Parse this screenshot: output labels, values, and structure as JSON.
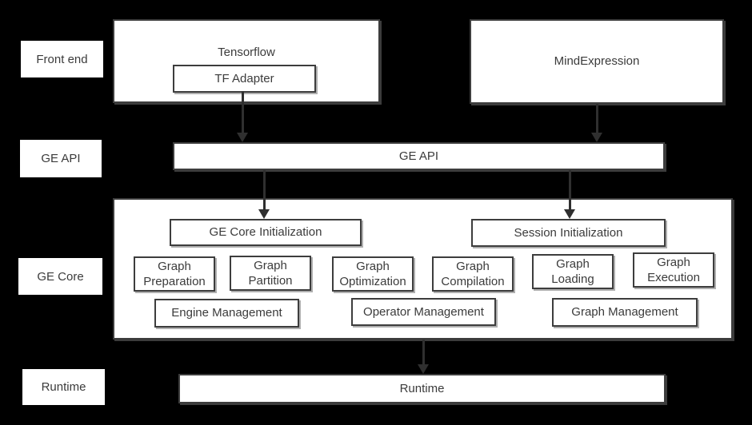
{
  "colors": {
    "background": "#000000",
    "box_fill": "#ffffff",
    "border": "#3d3d3d",
    "text": "#3b3b3b",
    "arrow": "#2f2f2f"
  },
  "row_labels": {
    "front_end": "Front end",
    "ge_api": "GE API",
    "ge_core": "GE Core",
    "runtime": "Runtime"
  },
  "front_end_row": {
    "tensorflow": "Tensorflow",
    "tf_adapter": "TF Adapter",
    "mind_expression": "MindExpression"
  },
  "ge_api_row": {
    "ge_api_bar": "GE API"
  },
  "ge_core_box": {
    "ge_core_initialization": "GE Core Initialization",
    "session_initialization": "Session Initialization",
    "graph_preparation": "Graph Preparation",
    "graph_partition": "Graph Partition",
    "graph_optimization": "Graph Optimization",
    "graph_compilation": "Graph Compilation",
    "graph_loading": "Graph Loading",
    "graph_execution": "Graph Execution",
    "engine_management": "Engine Management",
    "operator_management": "Operator Management",
    "graph_management": "Graph Management"
  },
  "runtime_row": {
    "runtime_bar": "Runtime"
  }
}
